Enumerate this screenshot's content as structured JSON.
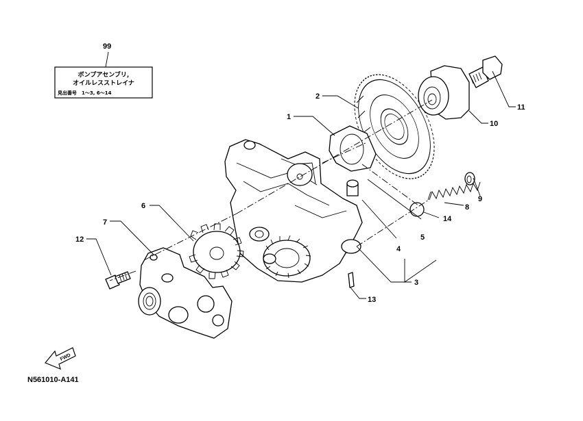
{
  "reference_box": {
    "number": "99",
    "line1": "ボンプアセンブリ,",
    "line2": "オイルレスストレイナ",
    "line3": "見出番号　1〜3, 6〜14"
  },
  "callouts": [
    {
      "id": "1",
      "label": "1"
    },
    {
      "id": "2",
      "label": "2"
    },
    {
      "id": "3",
      "label": "3"
    },
    {
      "id": "4",
      "label": "4"
    },
    {
      "id": "5",
      "label": "5"
    },
    {
      "id": "6",
      "label": "6"
    },
    {
      "id": "7",
      "label": "7"
    },
    {
      "id": "8",
      "label": "8"
    },
    {
      "id": "9",
      "label": "9"
    },
    {
      "id": "10",
      "label": "10"
    },
    {
      "id": "11",
      "label": "11"
    },
    {
      "id": "12",
      "label": "12"
    },
    {
      "id": "13",
      "label": "13"
    },
    {
      "id": "14",
      "label": "14"
    }
  ],
  "fwd_arrow": {
    "label": "FWD"
  },
  "diagram_code": "N561010-A141"
}
